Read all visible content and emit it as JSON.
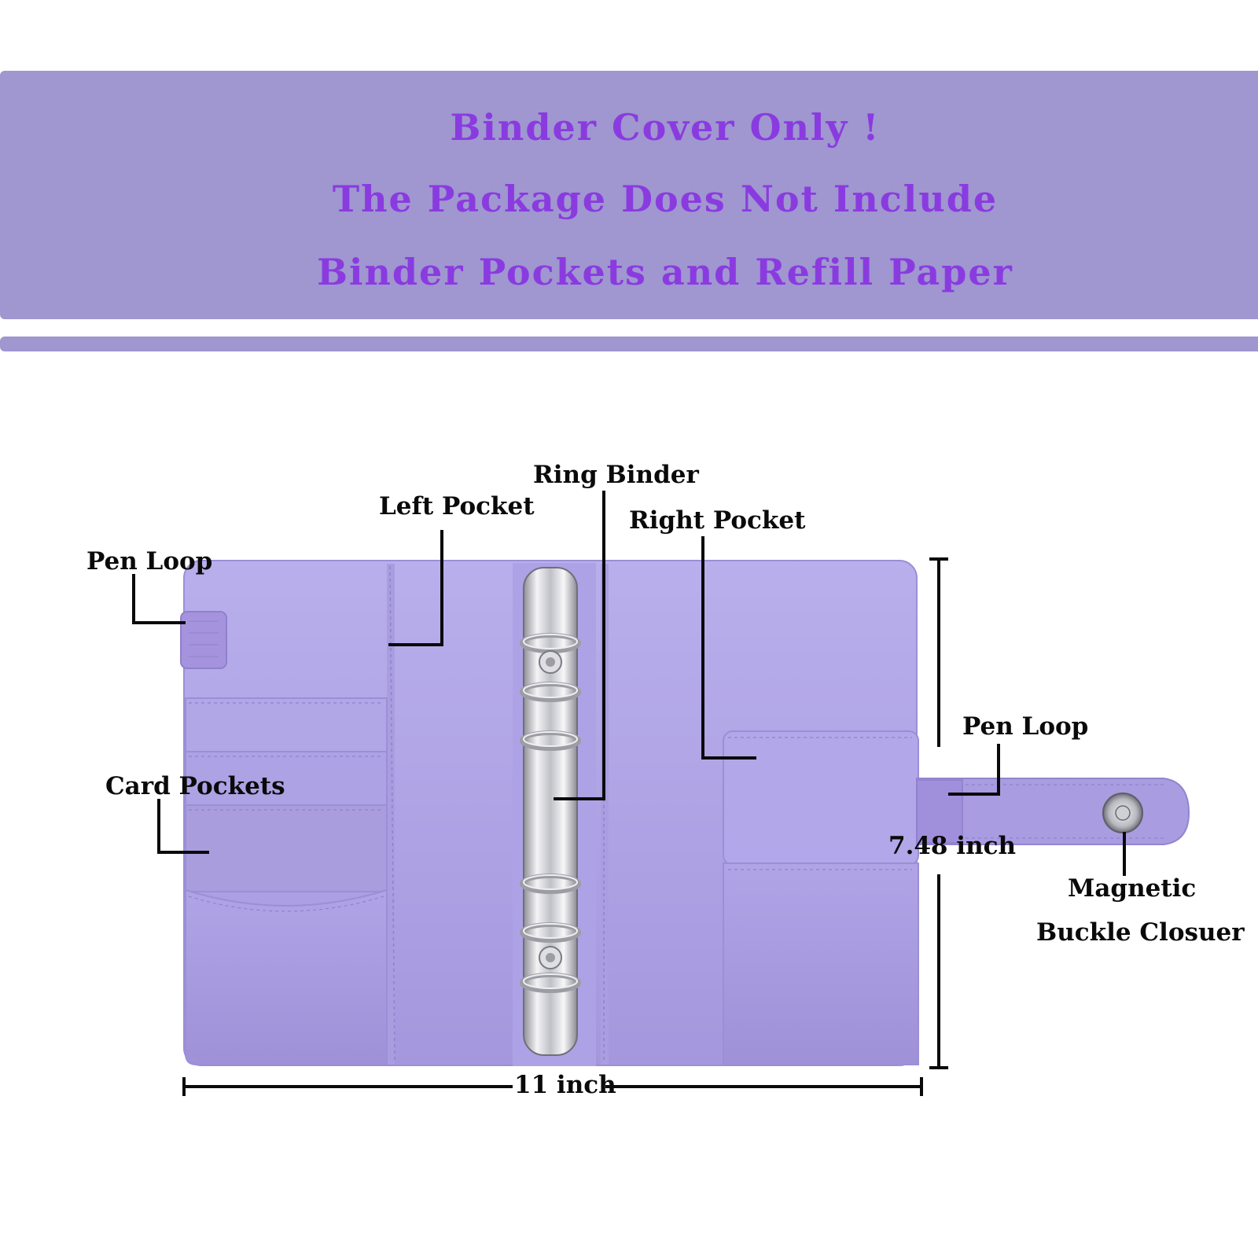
{
  "banner": {
    "line1": "Binder Cover Only !",
    "line2": "The Package Does Not Include",
    "line3": "Binder Pockets and Refill Paper",
    "color_background": "#a096d0",
    "color_text": "#8a3be0"
  },
  "product": {
    "color_main": "#b2a6e6",
    "color_dark": "#9e91da",
    "ring_color": "#d8d8dc"
  },
  "labels": {
    "pen_loop_left": "Pen Loop",
    "left_pocket": "Left Pocket",
    "ring_binder": "Ring Binder",
    "right_pocket": "Right Pocket",
    "card_pockets": "Card Pockets",
    "pen_loop_right": "Pen Loop",
    "height": "7.48 inch",
    "width": "11 inch",
    "magnetic": "Magnetic",
    "buckle": "Buckle Closuer"
  }
}
